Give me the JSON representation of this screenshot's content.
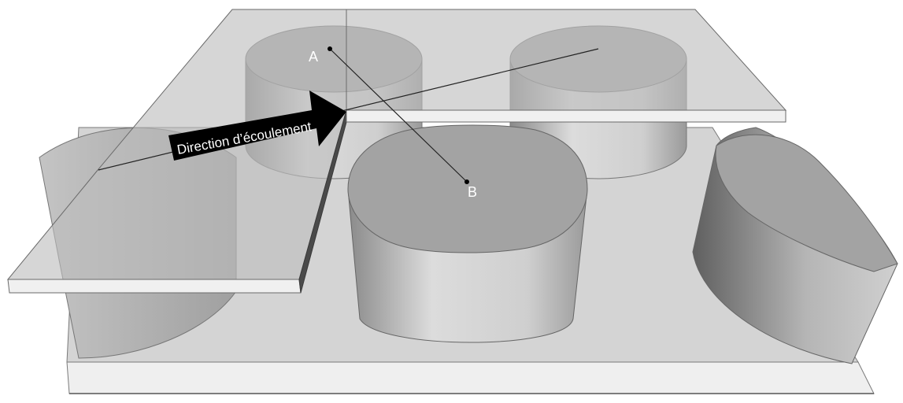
{
  "diagram": {
    "point_a_label": "A",
    "point_b_label": "B",
    "flow_arrow_label": "Direction d’écoulement"
  },
  "colors": {
    "plate_top": "#d2d2d2",
    "plate_edge": "#f2f2f2",
    "cylinder_top": "#a3a3a3",
    "cylinder_side_light": "#d8d8d8",
    "cylinder_side_dark": "#7a7a7a",
    "glass_plate": "#c8c8c8",
    "arrow_fill": "#000000",
    "label_on_dark": "#ffffff"
  }
}
